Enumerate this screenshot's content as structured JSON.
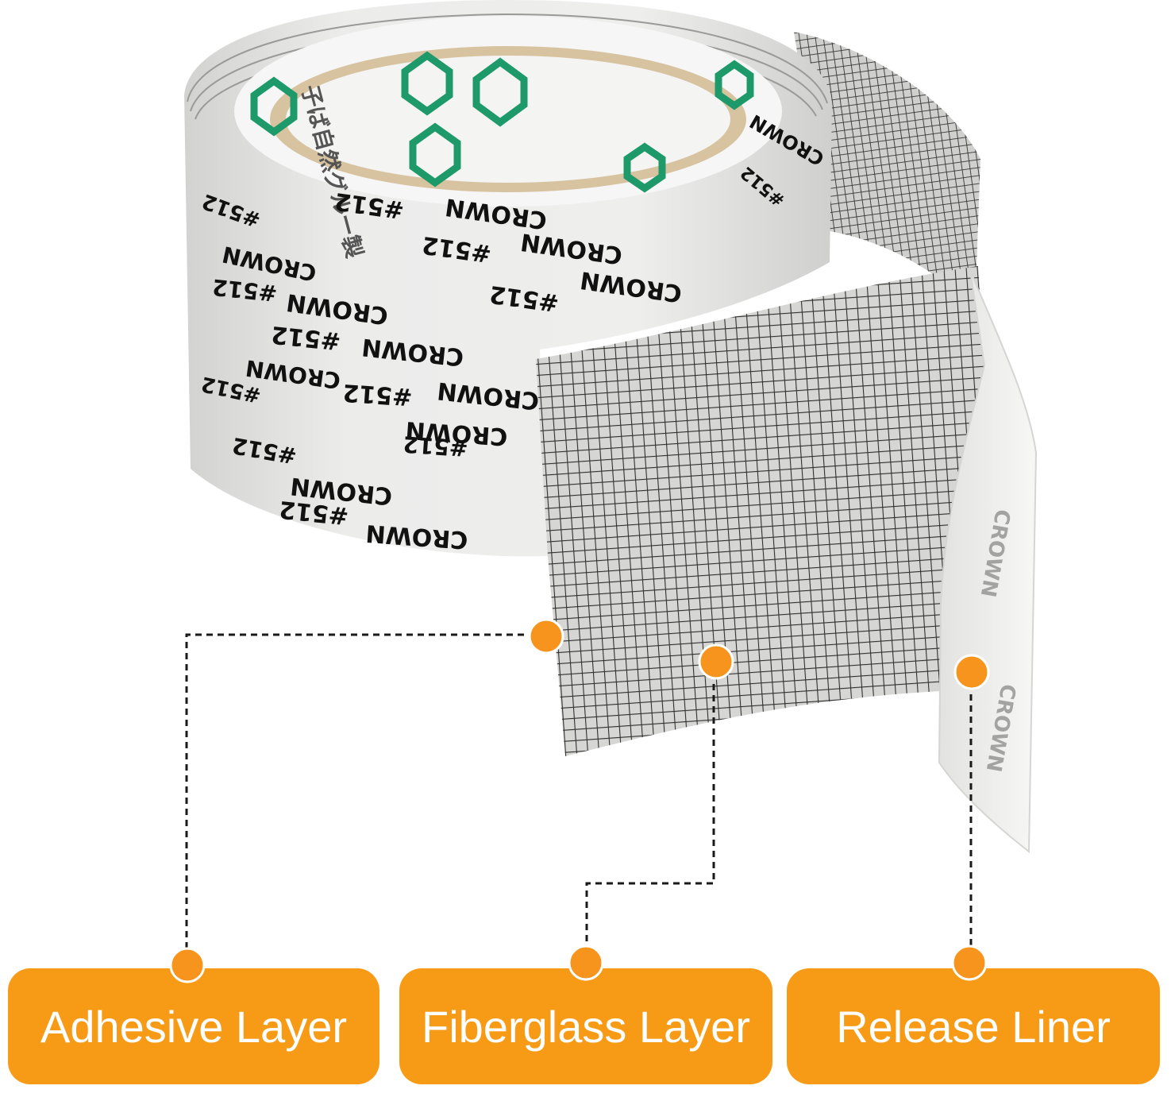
{
  "colors": {
    "accent": "#f79b16",
    "dot": "#f7941d",
    "tape_surface": "#e9e9e8",
    "mesh": "#2f2f2f",
    "liner": "#f4f4f3",
    "core": "#d8c3a0",
    "logo": "#1e9a6a"
  },
  "tape_print": {
    "brand": "CROWN",
    "code": "#512",
    "core_text": "子ば自然グルー製"
  },
  "labels": {
    "adhesive": "Adhesive Layer",
    "fiberglass": "Fiberglass Layer",
    "release": "Release Liner"
  }
}
